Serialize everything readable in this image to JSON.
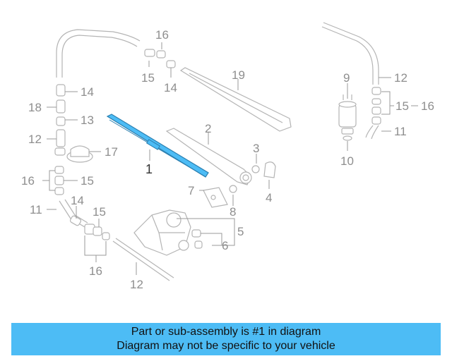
{
  "diagram": {
    "callouts": {
      "c1": "1",
      "c2": "2",
      "c3": "3",
      "c4": "4",
      "c5": "5",
      "c6": "6",
      "c7": "7",
      "c8": "8",
      "c9": "9",
      "c10": "10",
      "c11a": "11",
      "c11b": "11",
      "c12a": "12",
      "c12b": "12",
      "c12c": "12",
      "c13": "13",
      "c14a": "14",
      "c14b": "14",
      "c14c": "14",
      "c15a": "15",
      "c15b": "15",
      "c15c": "15",
      "c15d": "15",
      "c16a": "16",
      "c16b": "16",
      "c16c": "16",
      "c16d": "16",
      "c17": "17",
      "c18": "18",
      "c19": "19"
    },
    "highlight_color": "#4dbcf5"
  },
  "banner": {
    "line1": "Part or sub-assembly is #1 in diagram",
    "line2": "Diagram may not be specific to your vehicle",
    "background": "#4dbcf5"
  }
}
